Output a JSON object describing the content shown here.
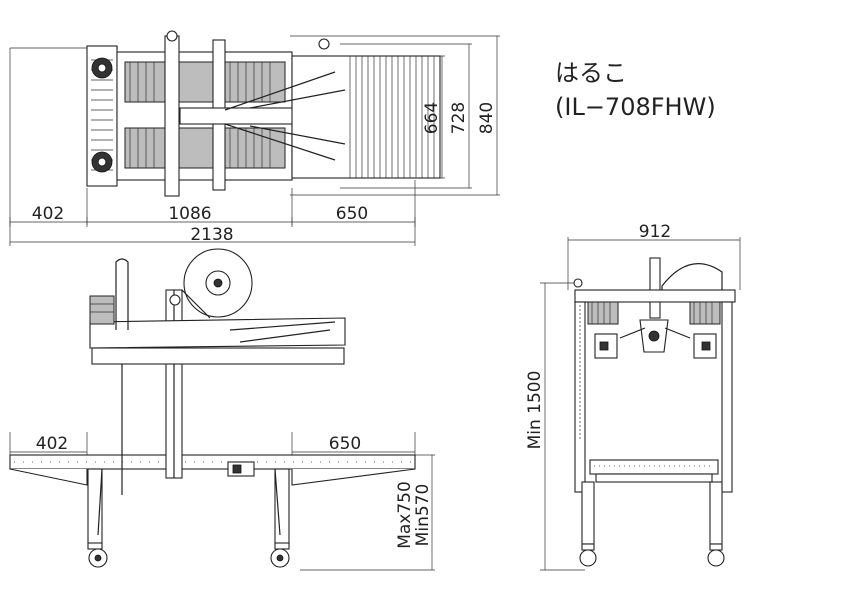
{
  "title": {
    "name": "はるこ",
    "model": "(IL−708FHW)"
  },
  "top_view": {
    "dims": {
      "left": "402",
      "middle": "1086",
      "right": "650",
      "total": "2138",
      "width_a": "664",
      "width_b": "728",
      "width_c": "840"
    }
  },
  "side_view": {
    "dims": {
      "left": "402",
      "right": "650",
      "height_max": "Max750",
      "height_min": "Min570"
    }
  },
  "front_view": {
    "dims": {
      "width": "912",
      "height": "Min 1500"
    }
  }
}
